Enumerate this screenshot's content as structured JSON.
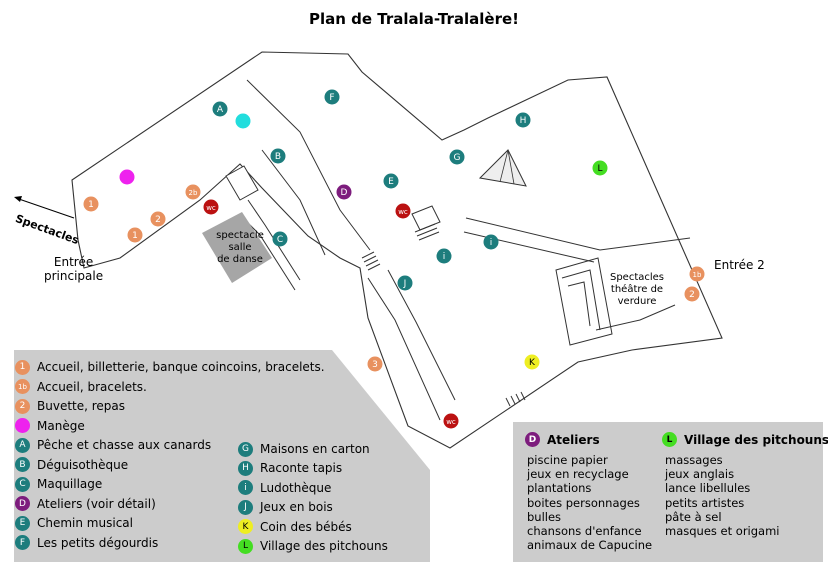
{
  "title": "Plan de Tralala-Tralalère!",
  "colors": {
    "orange": "#e8915f",
    "magenta": "#ee22ee",
    "teal": "#1d7d7d",
    "cyan": "#22dddd",
    "purple": "#7d1c7d",
    "red_wc": "#bb1111",
    "yellow": "#eeee22",
    "green": "#44dd22",
    "legend_bg": "#cccccc",
    "dance_bg": "#a6a6a6"
  },
  "map_labels": {
    "spectacles": "Spectacles",
    "entree_principale_1": "Entrée",
    "entree_principale_2": "principale",
    "entree_2": "Entrée 2",
    "salle_1": "spectacle",
    "salle_2": "salle",
    "salle_3": "de danse",
    "theatre_1": "Spectacles",
    "theatre_2": "théâtre de",
    "theatre_3": "verdure"
  },
  "markers": [
    {
      "code": "A",
      "color": "teal"
    },
    {
      "code": "",
      "color": "cyan"
    },
    {
      "code": "F",
      "color": "teal"
    },
    {
      "code": "H",
      "color": "teal"
    },
    {
      "code": "G",
      "color": "teal"
    },
    {
      "code": "L",
      "color": "green"
    },
    {
      "code": "B",
      "color": "teal"
    },
    {
      "code": "",
      "color": "magenta"
    },
    {
      "code": "2b",
      "color": "orange"
    },
    {
      "code": "D",
      "color": "purple"
    },
    {
      "code": "E",
      "color": "teal"
    },
    {
      "code": "1",
      "color": "orange"
    },
    {
      "code": "wc",
      "color": "red_wc"
    },
    {
      "code": "2",
      "color": "orange"
    },
    {
      "code": "wc",
      "color": "red_wc"
    },
    {
      "code": "1",
      "color": "orange"
    },
    {
      "code": "C",
      "color": "teal"
    },
    {
      "code": "i",
      "color": "teal"
    },
    {
      "code": "i",
      "color": "teal"
    },
    {
      "code": "J",
      "color": "teal"
    },
    {
      "code": "1b",
      "color": "orange"
    },
    {
      "code": "2",
      "color": "orange"
    },
    {
      "code": "3",
      "color": "orange"
    },
    {
      "code": "K",
      "color": "yellow"
    },
    {
      "code": "wc",
      "color": "red_wc"
    }
  ],
  "legend_left": [
    {
      "code": "1",
      "color": "orange",
      "label": "Accueil, billetterie, banque coincoins, bracelets."
    },
    {
      "code": "1b",
      "color": "orange",
      "label": "Accueil, bracelets."
    },
    {
      "code": "2",
      "color": "orange",
      "label": "Buvette, repas"
    },
    {
      "code": "",
      "color": "magenta",
      "label": "Manège"
    },
    {
      "code": "A",
      "color": "teal",
      "label": "Pêche et chasse aux canards"
    },
    {
      "code": "B",
      "color": "teal",
      "label": "Déguisothèque"
    },
    {
      "code": "C",
      "color": "teal",
      "label": "Maquillage"
    },
    {
      "code": "D",
      "color": "purple",
      "label": "Ateliers (voir détail)"
    },
    {
      "code": "E",
      "color": "teal",
      "label": "Chemin musical"
    },
    {
      "code": "F",
      "color": "teal",
      "label": "Les petits dégourdis"
    }
  ],
  "legend_mid": [
    {
      "code": "G",
      "color": "teal",
      "label": "Maisons en carton"
    },
    {
      "code": "H",
      "color": "teal",
      "label": "Raconte tapis"
    },
    {
      "code": "i",
      "color": "teal",
      "label": "Ludothèque"
    },
    {
      "code": "J",
      "color": "teal",
      "label": "Jeux en bois"
    },
    {
      "code": "K",
      "color": "yellow",
      "label": "Coin des bébés"
    },
    {
      "code": "L",
      "color": "green",
      "label": "Village des pitchouns"
    }
  ],
  "ateliers": {
    "code": "D",
    "title": "Ateliers",
    "items": [
      "piscine papier",
      "jeux en recyclage",
      "plantations",
      "boites personnages",
      "bulles",
      "chansons d'enfance",
      "animaux de Capucine"
    ]
  },
  "village": {
    "code": "L",
    "title": "Village des pitchouns",
    "items": [
      "massages",
      "jeux anglais",
      "lance libellules",
      "petits artistes",
      "pâte à sel",
      "masques et origami"
    ]
  }
}
